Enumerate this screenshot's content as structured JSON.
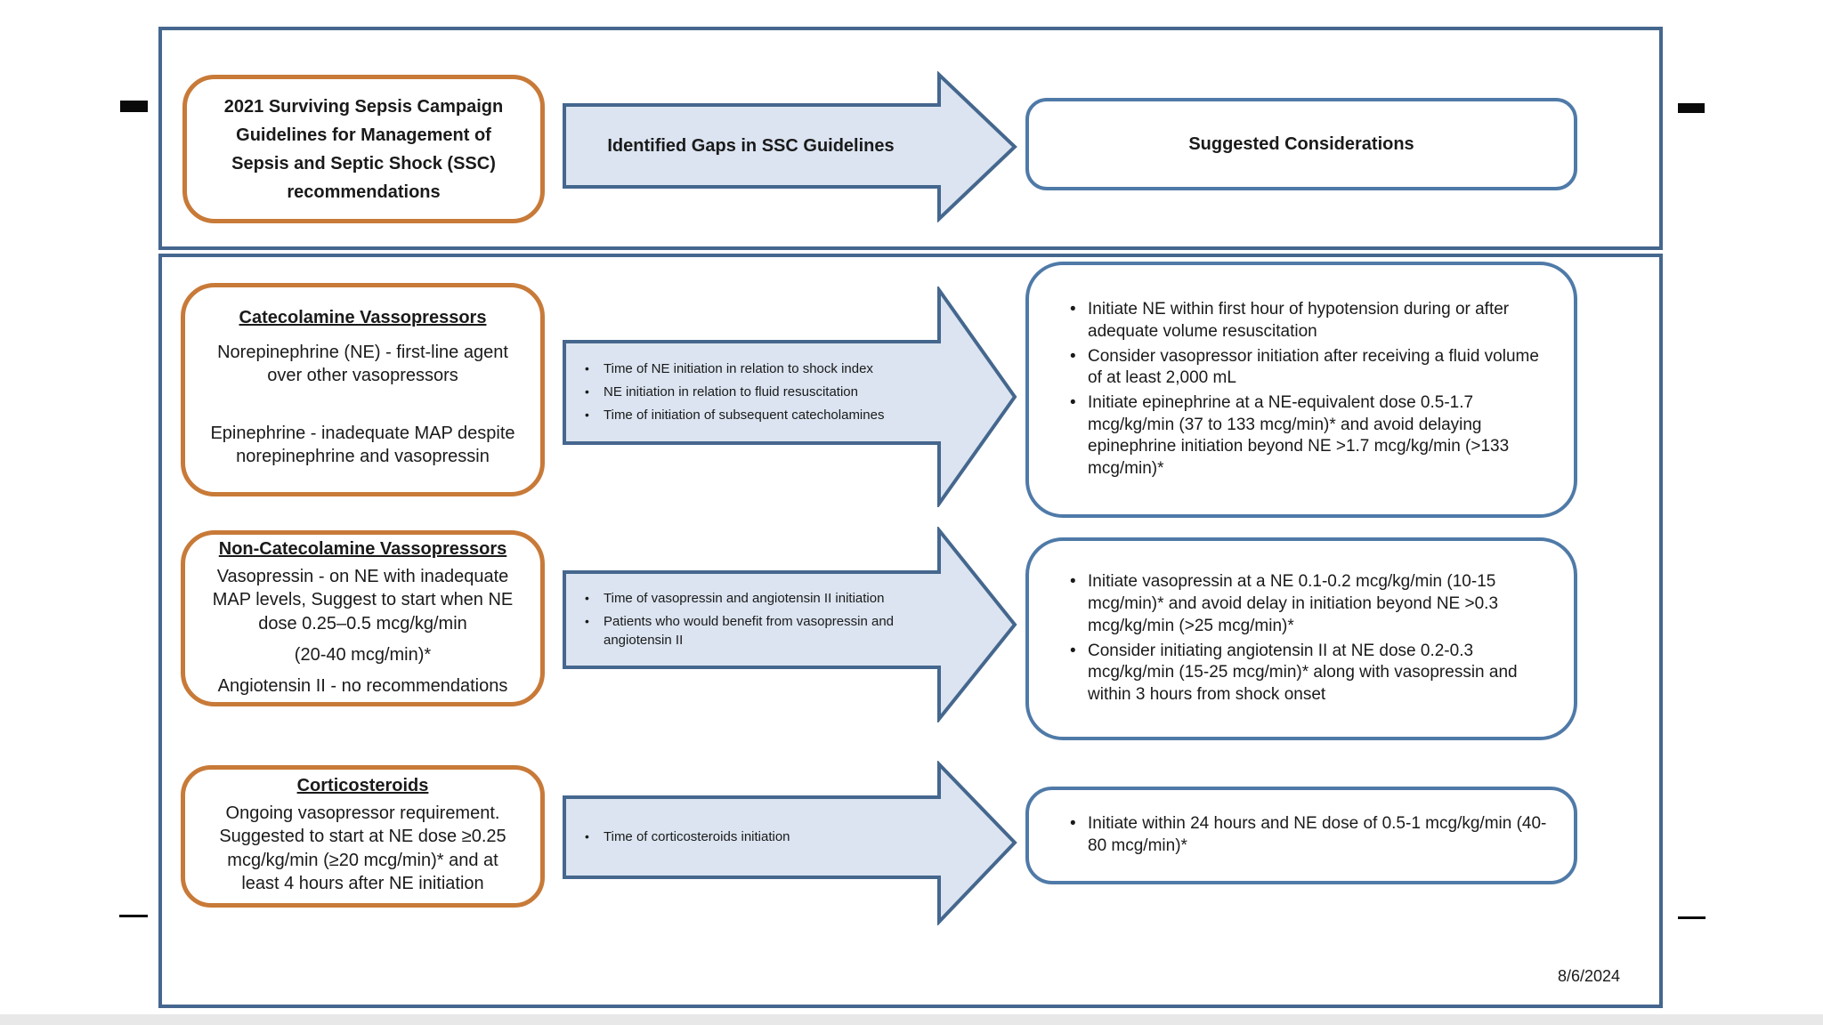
{
  "header": {
    "source_box": "2021 Surviving Sepsis Campaign Guidelines for Management of Sepsis and Septic Shock (SSC) recommendations",
    "arrow_label": "Identified Gaps in SSC Guidelines",
    "considerations_box": "Suggested Considerations"
  },
  "rows": [
    {
      "title": "Catecolamine Vassopressors",
      "body": [
        "Norepinephrine (NE) - first-line agent over other vasopressors",
        "Epinephrine - inadequate MAP despite norepinephrine and vasopressin"
      ],
      "gaps": [
        "Time of NE initiation in relation to shock index",
        "NE initiation in relation to fluid resuscitation",
        "Time of initiation of subsequent catecholamines"
      ],
      "considerations": [
        "Initiate NE within first hour of hypotension during or after adequate volume resuscitation",
        "Consider vasopressor initiation after receiving a fluid volume of at least 2,000 mL",
        "Initiate epinephrine at a NE-equivalent dose 0.5-1.7 mcg/kg/min (37 to 133 mcg/min)* and avoid delaying epinephrine initiation beyond NE >1.7 mcg/kg/min (>133 mcg/min)*"
      ]
    },
    {
      "title": "Non-Catecolamine Vassopressors",
      "body": [
        "Vasopressin - on NE with inadequate MAP levels, Suggest to start when NE dose 0.25–0.5 mcg/kg/min",
        "(20-40 mcg/min)*",
        "Angiotensin II - no recommendations"
      ],
      "gaps": [
        "Time of vasopressin and angiotensin II initiation",
        "Patients who would benefit from vasopressin and angiotensin II"
      ],
      "considerations": [
        "Initiate vasopressin at a NE 0.1-0.2 mcg/kg/min (10-15 mcg/min)* and avoid delay in initiation beyond NE >0.3 mcg/kg/min (>25 mcg/min)*",
        "Consider initiating angiotensin II at NE dose 0.2-0.3 mcg/kg/min (15-25 mcg/min)* along with vasopressin and within 3 hours from shock onset"
      ]
    },
    {
      "title": "Corticosteroids",
      "body": [
        "Ongoing vasopressor requirement. Suggested to start at NE dose ≥0.25 mcg/kg/min (≥20 mcg/min)* and at least 4 hours after NE initiation"
      ],
      "gaps": [
        "Time of corticosteroids initiation"
      ],
      "considerations": [
        "Initiate within 24 hours and NE dose of 0.5-1 mcg/kg/min (40-80 mcg/min)*"
      ]
    }
  ],
  "footer": {
    "date": "8/6/2024"
  },
  "colors": {
    "orange_border": "#c87a38",
    "blue_border": "#45678e",
    "blue_box_border": "#4f7aa8",
    "arrow_fill": "#dbe4f0"
  }
}
